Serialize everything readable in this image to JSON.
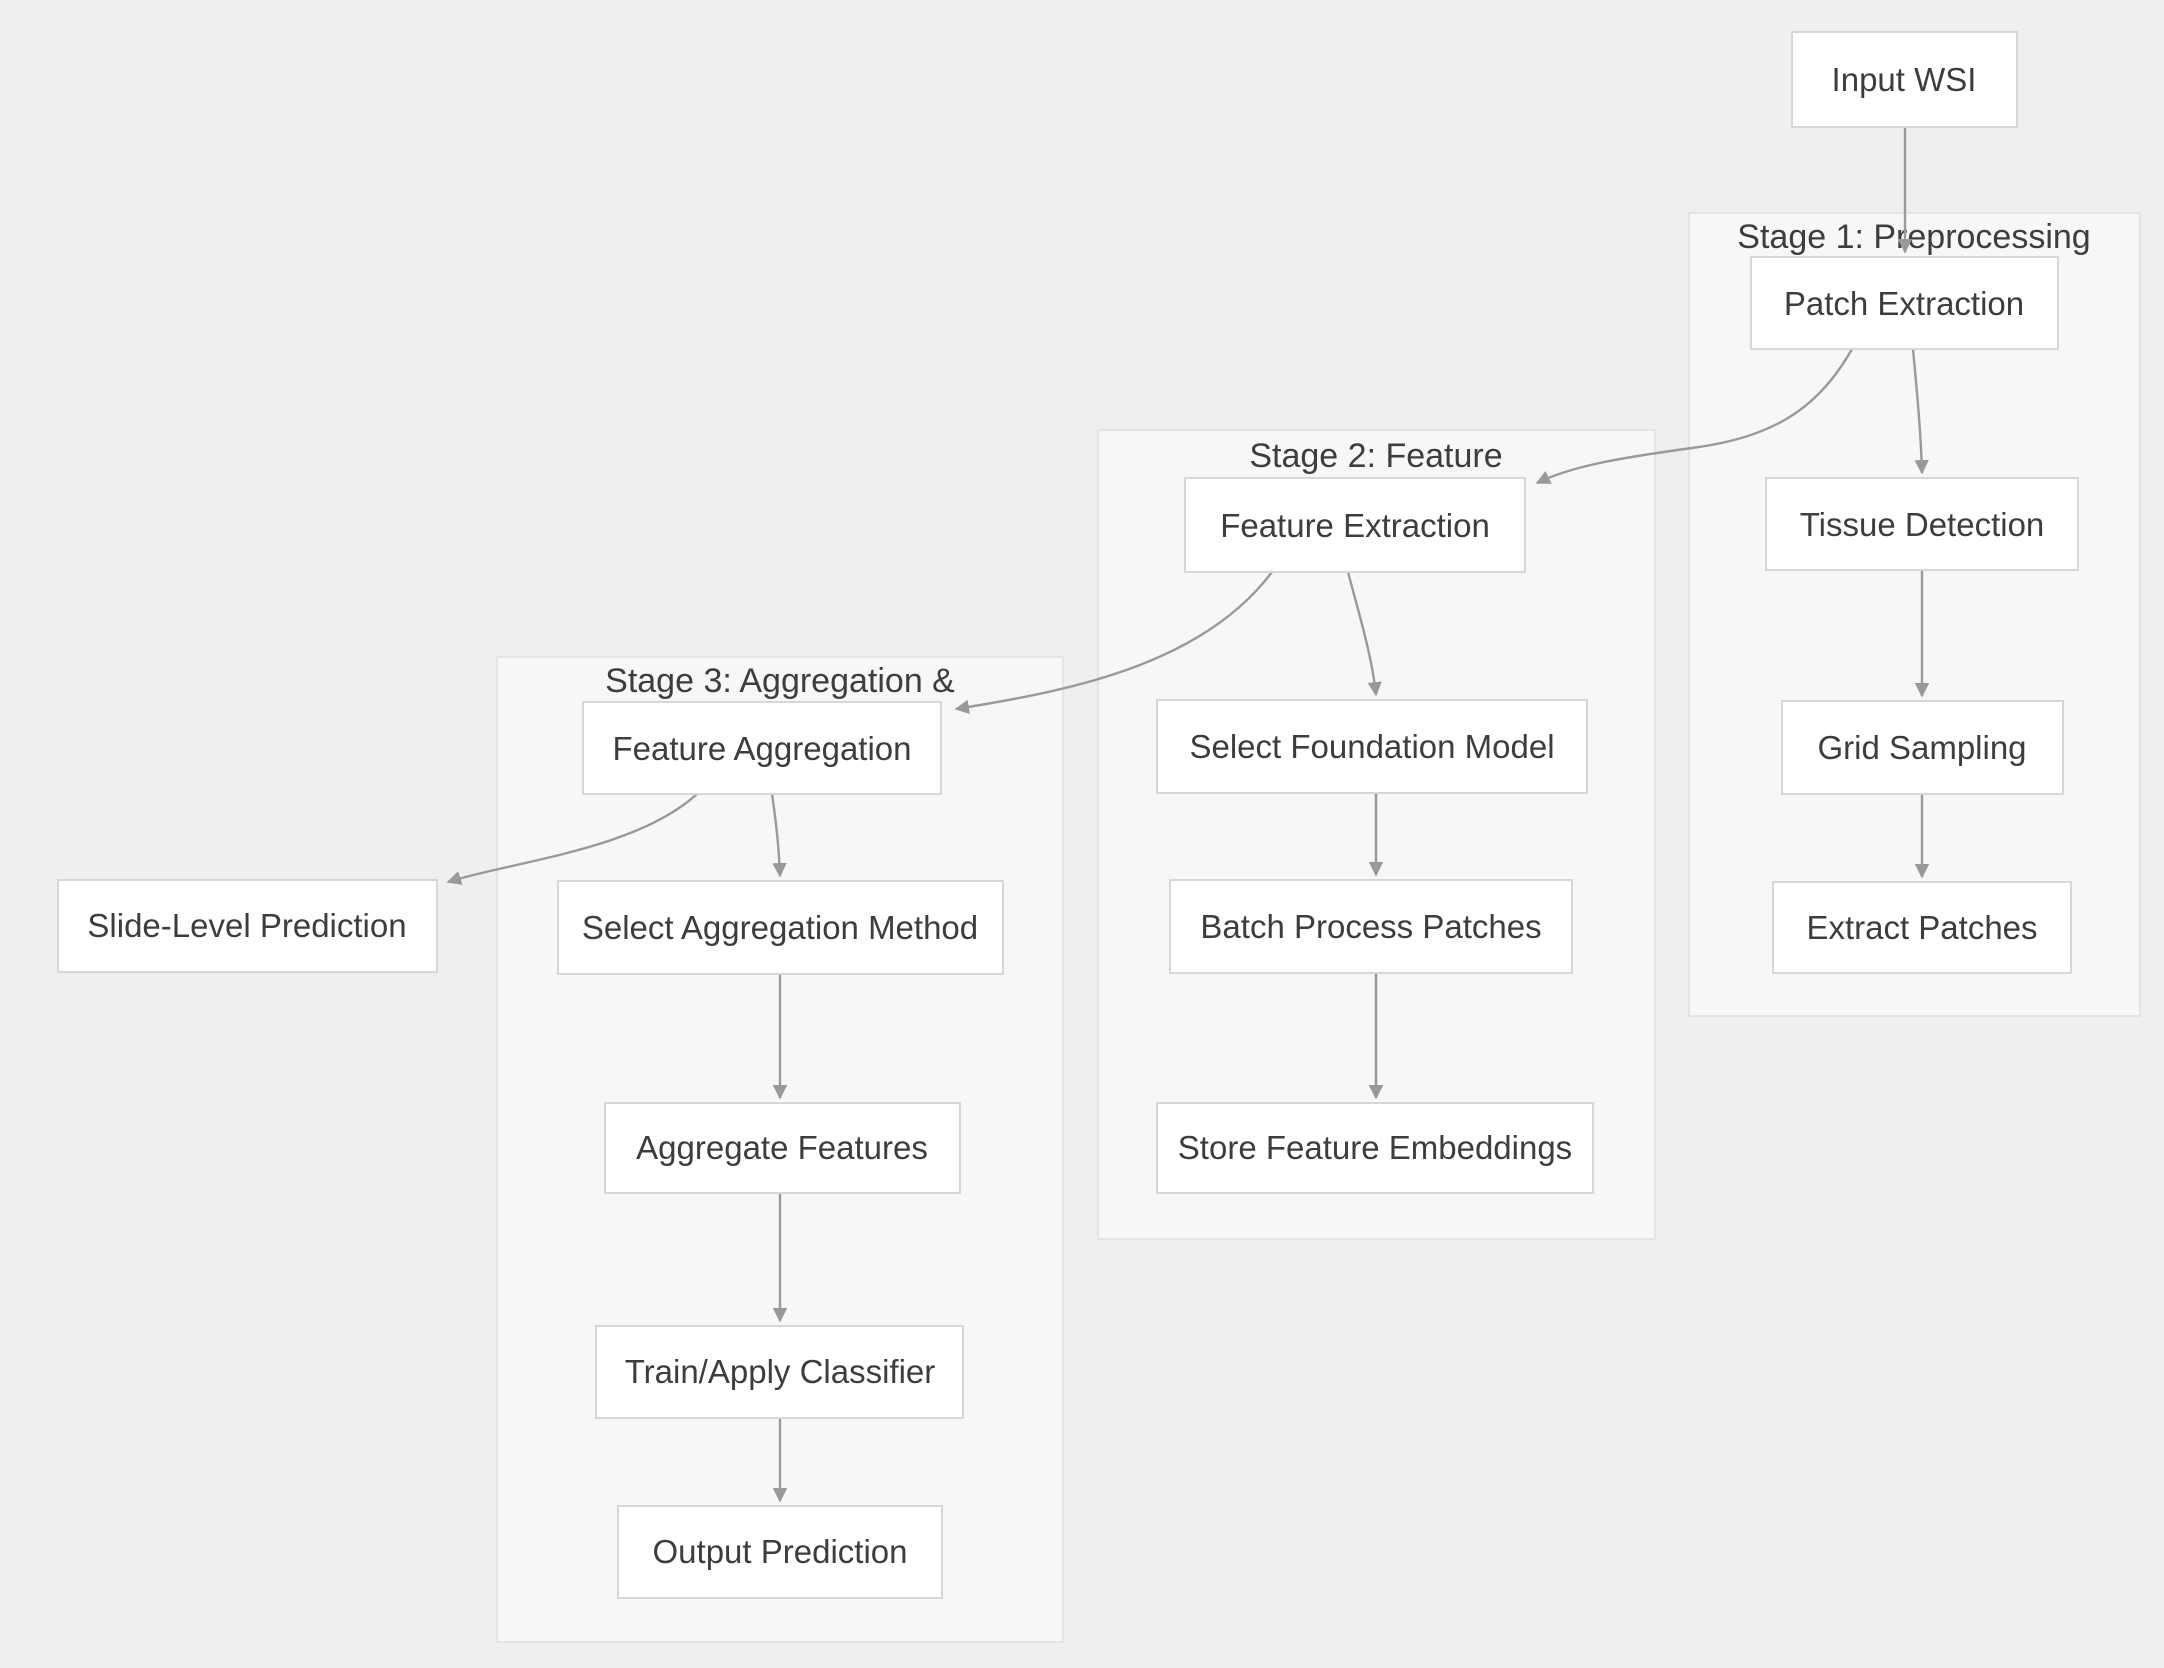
{
  "stages": {
    "stage1": {
      "label": "Stage 1: Preprocessing"
    },
    "stage2": {
      "label": "Stage 2: Feature"
    },
    "stage3": {
      "label": "Stage 3: Aggregation &"
    }
  },
  "nodes": {
    "input_wsi": {
      "label": "Input WSI"
    },
    "patch_extraction": {
      "label": "Patch Extraction"
    },
    "tissue_detection": {
      "label": "Tissue Detection"
    },
    "grid_sampling": {
      "label": "Grid Sampling"
    },
    "extract_patches": {
      "label": "Extract Patches"
    },
    "feature_extraction": {
      "label": "Feature Extraction"
    },
    "select_foundation_model": {
      "label": "Select Foundation Model"
    },
    "batch_process_patches": {
      "label": "Batch Process Patches"
    },
    "store_feature_embeddings": {
      "label": "Store Feature Embeddings"
    },
    "feature_aggregation": {
      "label": "Feature Aggregation"
    },
    "select_aggregation_method": {
      "label": "Select Aggregation Method"
    },
    "aggregate_features": {
      "label": "Aggregate Features"
    },
    "train_apply_classifier": {
      "label": "Train/Apply Classifier"
    },
    "output_prediction": {
      "label": "Output Prediction"
    },
    "slide_level_prediction": {
      "label": "Slide-Level Prediction"
    }
  },
  "edges": [
    {
      "from": "Input WSI",
      "to": "Patch Extraction"
    },
    {
      "from": "Patch Extraction",
      "to": "Tissue Detection"
    },
    {
      "from": "Patch Extraction",
      "to": "Feature Extraction"
    },
    {
      "from": "Tissue Detection",
      "to": "Grid Sampling"
    },
    {
      "from": "Grid Sampling",
      "to": "Extract Patches"
    },
    {
      "from": "Feature Extraction",
      "to": "Select Foundation Model"
    },
    {
      "from": "Feature Extraction",
      "to": "Feature Aggregation"
    },
    {
      "from": "Select Foundation Model",
      "to": "Batch Process Patches"
    },
    {
      "from": "Batch Process Patches",
      "to": "Store Feature Embeddings"
    },
    {
      "from": "Feature Aggregation",
      "to": "Select Aggregation Method"
    },
    {
      "from": "Feature Aggregation",
      "to": "Slide-Level Prediction"
    },
    {
      "from": "Select Aggregation Method",
      "to": "Aggregate Features"
    },
    {
      "from": "Aggregate Features",
      "to": "Train/Apply Classifier"
    },
    {
      "from": "Train/Apply Classifier",
      "to": "Output Prediction"
    }
  ],
  "colors": {
    "background": "#f0efed",
    "container_fill": "#f7f7f5",
    "container_border": "#e0dfdd",
    "node_fill": "#ffffff",
    "node_border": "#d8d7d5",
    "edge": "#999999",
    "text": "#3d3d3d"
  }
}
